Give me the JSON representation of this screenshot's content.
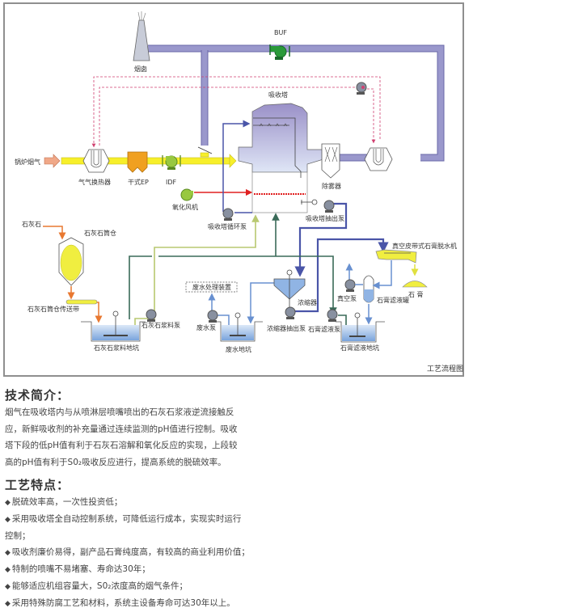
{
  "diagram": {
    "caption": "工艺流程图",
    "colors": {
      "flue_pipe": "#9a98cc",
      "inlet_gas": "#f7ef2a",
      "boiler_arrow": "#f0a888",
      "slurry_line": "#4a55a8",
      "oxidation_air": "#e02020",
      "limestone_feed": "#e87830",
      "light_green_line": "#b8c870",
      "dark_green_line": "#3a6a58",
      "water_line": "#6890d0",
      "control_dashed": "#d04070",
      "equipment_green": "#2a9a3a",
      "fan_green": "#98c840",
      "ep_orange": "#f0a020",
      "tower_top": "#9a90c8",
      "tower_bottom": "#d8e0f4"
    },
    "labels": {
      "boiler_gas": "锅炉烟气",
      "ggh": "气气换热器",
      "dry_ep": "干式EP",
      "idf": "IDF",
      "chimney": "烟囱",
      "buf": "BUF",
      "absorber": "吸收塔",
      "demister": "除雾器",
      "oxidation_fan": "氧化风机",
      "circulation_pump": "吸收塔循环泵",
      "bleed_pump": "吸收塔抽出泵",
      "limestone": "石灰石",
      "limestone_silo": "石灰石筒仓",
      "silo_conveyor": "石灰石筒仓传送带",
      "slurry_pump": "石灰石浆料泵",
      "slurry_pit": "石灰石浆料地坑",
      "wastewater_treatment": "废水处理装置",
      "wastewater_pump": "废水泵",
      "wastewater_pit": "废水地坑",
      "thickener": "浓缩器",
      "thickener_pump": "浓缩器抽出泵",
      "filtrate_pump": "石膏滤液泵",
      "vacuum_pump": "真空泵",
      "filtrate_tank": "石膏滤液罐",
      "belt_filter": "真空皮带式石膏脱水机",
      "gypsum": "石 膏",
      "filtrate_pit": "石膏滤液地坑"
    }
  },
  "intro": {
    "title": "技术简介：",
    "lines": [
      "烟气在吸收塔内与从喷淋层喷嘴喷出的石灰石浆液逆流接触反",
      "应，新鲜吸收剂的补充量通过连续监测的pH值进行控制。吸收",
      "塔下段的低pH值有利于石灰石溶解和氧化反应的实现，上段较",
      "高的pH值有利于S0₂吸收反应进行，提高系统的脱硫效率。"
    ]
  },
  "features": {
    "title": "工艺特点：",
    "bullet": "◆",
    "items": [
      "脱硫效率高，一次性投资低；",
      "采用吸收塔全自动控制系统，可降低运行成本，实现实时运行",
      "能够适应机组容量大，S0₂浓度高的烟气条件；"
    ],
    "item2_cont": " 控制；",
    "item3": "吸收剂廉价易得，副产品石膏纯度高，有较高的商业利用价值；",
    "item4": "特制的喷嘴不易堵塞、寿命达30年；",
    "item5": "能够适应机组容量大，S0₂浓度高的烟气条件；",
    "item6": "采用特殊防腐工艺和材料，系统主设备寿命可达30年以上。"
  }
}
